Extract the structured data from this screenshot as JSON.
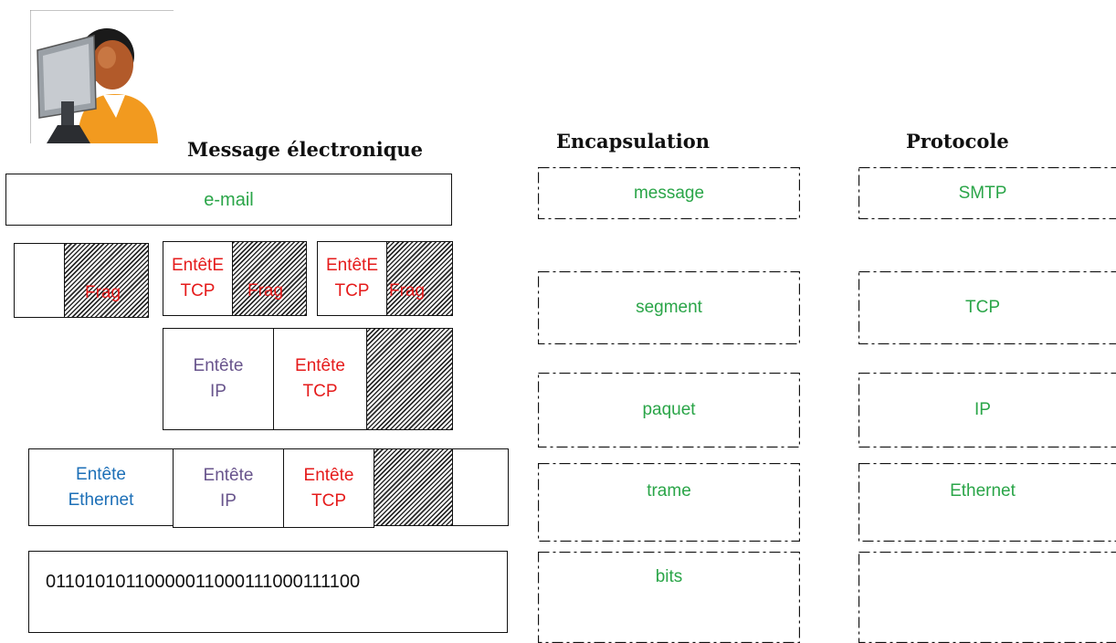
{
  "headings": {
    "message": "Message électronique",
    "encapsulation": "Encapsulation",
    "protocol": "Protocole"
  },
  "email_box": "e-mail",
  "segments_row": {
    "frag1": "Frag",
    "frag2": "Frag",
    "frag3": "Frag",
    "tcp_header1": "EntêtE\nTCP",
    "tcp_header2": "EntêtE\nTCP"
  },
  "packet_row": {
    "ip_header": "Entête\nIP",
    "tcp_header": "Entête\nTCP"
  },
  "frame_row": {
    "ethernet_header": "Entête\nEthernet",
    "ip_header": "Entête\nIP",
    "tcp_header": "Entête\nTCP"
  },
  "bits_box": "01101010110000011000111000111100",
  "encapsulation": [
    "message",
    "segment",
    "paquet",
    "trame",
    "bits"
  ],
  "protocols": [
    "SMTP",
    "TCP",
    "IP",
    "Ethernet",
    ""
  ],
  "colors": {
    "green": "#2aa548",
    "red": "#e51b1b",
    "purple": "#68548c",
    "blue": "#1c6fb7",
    "hatch": "#2a2a2a"
  },
  "icon": "user-at-computer-icon"
}
